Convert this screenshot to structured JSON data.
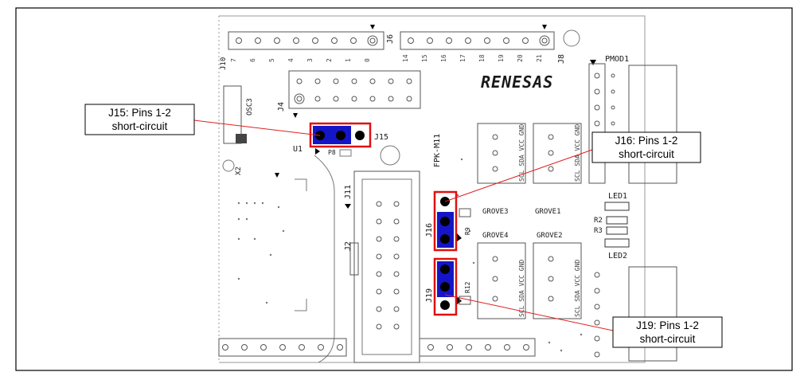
{
  "callouts": {
    "j15": {
      "line1": "J15: Pins 1-2",
      "line2": "short-circuit"
    },
    "j16": {
      "line1": "J16: Pins 1-2",
      "line2": "short-circuit"
    },
    "j19": {
      "line1": "J19: Pins 1-2",
      "line2": "short-circuit"
    }
  },
  "silkscreen": {
    "logo": "RENESAS",
    "pmod": "PMOD1",
    "fpk": "FPK-M11",
    "grove3": "GROVE3",
    "grove1": "GROVE1",
    "grove4": "GROVE4",
    "grove2": "GROVE2",
    "led1": "LED1",
    "led2": "LED2",
    "j15": "J15",
    "j16": "J16",
    "j19": "J19",
    "j11": "J11",
    "j4": "J4",
    "j6": "J6",
    "j8": "J8",
    "j10": "J10",
    "j2": "J2",
    "u1": "U1",
    "osc3": "OSC3",
    "x2": "X2",
    "p8": "P8",
    "r9": "R9",
    "r12": "R12",
    "r2": "R2",
    "r3": "R3",
    "grove_pins": "SCL SDA VCC GND"
  },
  "colors": {
    "highlight": "#e01010",
    "jumper": "#1515c8",
    "pin": "#000000",
    "leader": "#e02020",
    "board_line": "#9a9a9a"
  }
}
